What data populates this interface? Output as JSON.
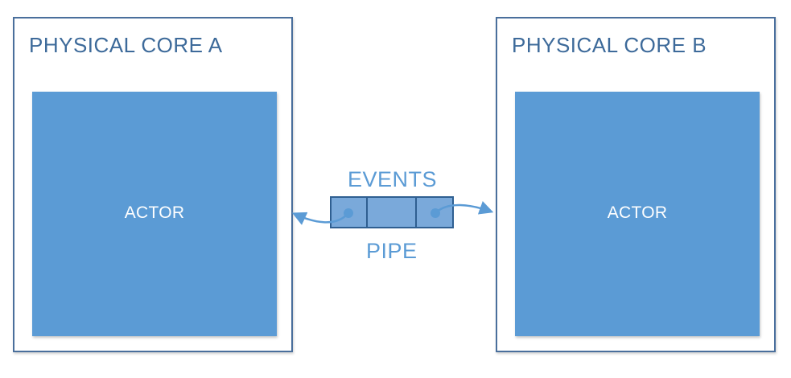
{
  "cores": [
    {
      "title": "PHYSICAL CORE A",
      "actor_label": "ACTOR"
    },
    {
      "title": "PHYSICAL CORE B",
      "actor_label": "ACTOR"
    }
  ],
  "pipe": {
    "top_label": "EVENTS",
    "bottom_label": "PIPE",
    "slots": 3
  },
  "colors": {
    "frame_border": "#4a6f9c",
    "frame_title": "#3d6a9a",
    "actor_fill": "#5b9bd5",
    "actor_text": "#ffffff",
    "pipe_fill": "#7aa9da",
    "pipe_border": "#2f5f91",
    "arrow": "#5b9bd5"
  }
}
